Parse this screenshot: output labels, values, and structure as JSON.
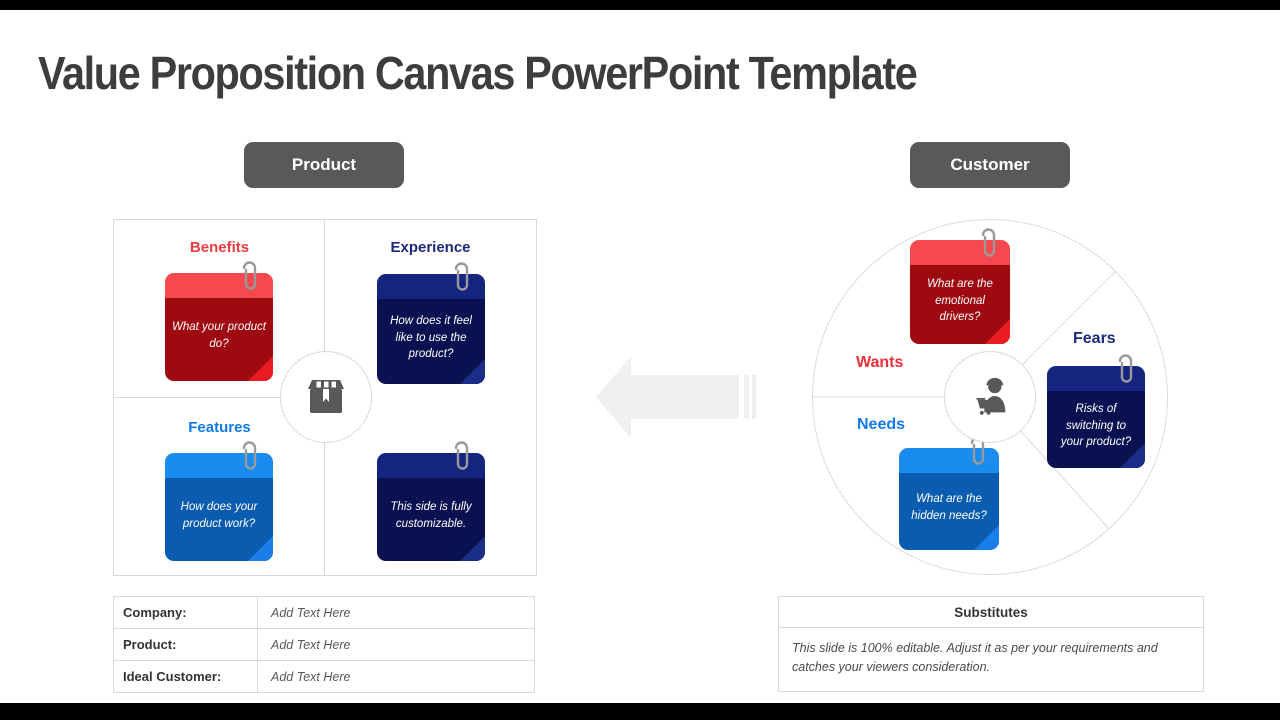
{
  "slide": {
    "title": "Value Proposition Canvas PowerPoint Template"
  },
  "product": {
    "header_label": "Product",
    "labels": {
      "benefits": "Benefits",
      "experience": "Experience",
      "features": "Features"
    },
    "notes": {
      "benefits": "What your product do?",
      "experience": "How does it feel like to use the product?",
      "features": "How does your product work?",
      "customizable": "This side is fully customizable."
    },
    "table": {
      "rows": [
        {
          "label": "Company:",
          "value": "Add Text Here"
        },
        {
          "label": "Product:",
          "value": "Add Text Here"
        },
        {
          "label": "Ideal Customer:",
          "value": "Add Text Here"
        }
      ]
    }
  },
  "customer": {
    "header_label": "Customer",
    "labels": {
      "wants": "Wants",
      "fears": "Fears",
      "needs": "Needs"
    },
    "notes": {
      "wants": "What are the emotional drivers?",
      "fears": "Risks of switching to your product?",
      "needs": "What are the hidden needs?"
    },
    "substitutes": {
      "title": "Substitutes",
      "body": "This slide is 100% editable. Adjust it as per your requirements and catches your viewers consideration."
    }
  },
  "icons": {
    "product_hub": "package-icon",
    "customer_hub": "shopper-cart-icon",
    "note_pin": "paperclip-icon",
    "connector": "left-arrow-icon"
  },
  "colors": {
    "title_gray": "#3d3d40",
    "pill_gray": "#595959",
    "accent_red": "#ee3b42",
    "accent_navy": "#1b2a7c",
    "accent_blue": "#0e7ae4",
    "note_red_header": "#f5484f",
    "note_red_body": "#9e0a10",
    "note_navy_header": "#15257f",
    "note_navy_body": "#0a1150",
    "note_blue_header": "#1a8cf0",
    "note_blue_body": "#0a5cb0",
    "line_gray": "#d9d9d9",
    "arrow_gray": "#f0f0f0"
  }
}
